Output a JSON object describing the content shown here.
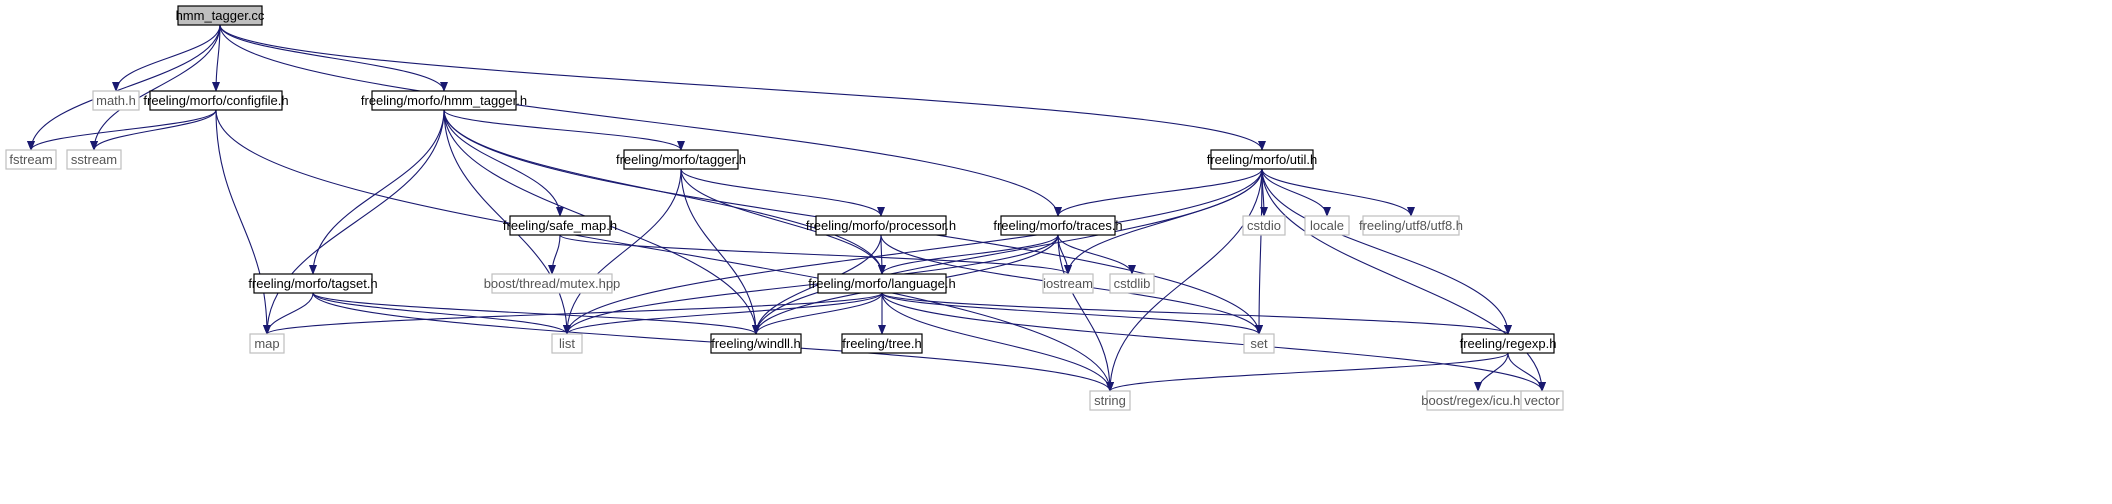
{
  "diagram": {
    "type": "include-dependency-graph",
    "colors": {
      "edge": "#191970",
      "root_fill": "#bfbfbf",
      "documented_stroke": "#000000",
      "external_stroke": "#bfbfbf",
      "external_text": "#555555",
      "text": "#000000"
    },
    "nodes": [
      {
        "id": "hmm_tagger_cc",
        "label": "hmm_tagger.cc",
        "kind": "root"
      },
      {
        "id": "math_h",
        "label": "math.h",
        "kind": "external"
      },
      {
        "id": "configfile_h",
        "label": "freeling/morfo/configfile.h",
        "kind": "documented"
      },
      {
        "id": "hmm_tagger_h",
        "label": "freeling/morfo/hmm_tagger.h",
        "kind": "documented"
      },
      {
        "id": "fstream",
        "label": "fstream",
        "kind": "external"
      },
      {
        "id": "sstream",
        "label": "sstream",
        "kind": "external"
      },
      {
        "id": "tagger_h",
        "label": "freeling/morfo/tagger.h",
        "kind": "documented"
      },
      {
        "id": "safe_map_h",
        "label": "freeling/safe_map.h",
        "kind": "documented"
      },
      {
        "id": "processor_h",
        "label": "freeling/morfo/processor.h",
        "kind": "documented"
      },
      {
        "id": "traces_h",
        "label": "freeling/morfo/traces.h",
        "kind": "documented"
      },
      {
        "id": "util_h",
        "label": "freeling/morfo/util.h",
        "kind": "documented"
      },
      {
        "id": "cstdio",
        "label": "cstdio",
        "kind": "external"
      },
      {
        "id": "locale",
        "label": "locale",
        "kind": "external"
      },
      {
        "id": "utf8_h",
        "label": "freeling/utf8/utf8.h",
        "kind": "external"
      },
      {
        "id": "mutex_hpp",
        "label": "boost/thread/mutex.hpp",
        "kind": "external"
      },
      {
        "id": "iostream",
        "label": "iostream",
        "kind": "external"
      },
      {
        "id": "cstdlib",
        "label": "cstdlib",
        "kind": "external"
      },
      {
        "id": "tagset_h",
        "label": "freeling/morfo/tagset.h",
        "kind": "documented"
      },
      {
        "id": "language_h",
        "label": "freeling/morfo/language.h",
        "kind": "documented"
      },
      {
        "id": "map",
        "label": "map",
        "kind": "external"
      },
      {
        "id": "list",
        "label": "list",
        "kind": "external"
      },
      {
        "id": "windll_h",
        "label": "freeling/windll.h",
        "kind": "documented"
      },
      {
        "id": "tree_h",
        "label": "freeling/tree.h",
        "kind": "documented"
      },
      {
        "id": "set",
        "label": "set",
        "kind": "external"
      },
      {
        "id": "regexp_h",
        "label": "freeling/regexp.h",
        "kind": "documented"
      },
      {
        "id": "string",
        "label": "string",
        "kind": "external"
      },
      {
        "id": "icu_hpp",
        "label": "boost/regex/icu.hpp",
        "kind": "external"
      },
      {
        "id": "vector",
        "label": "vector",
        "kind": "external"
      }
    ],
    "edges": [
      [
        "hmm_tagger_cc",
        "math_h"
      ],
      [
        "hmm_tagger_cc",
        "configfile_h"
      ],
      [
        "hmm_tagger_cc",
        "hmm_tagger_h"
      ],
      [
        "hmm_tagger_cc",
        "fstream"
      ],
      [
        "hmm_tagger_cc",
        "sstream"
      ],
      [
        "hmm_tagger_cc",
        "util_h"
      ],
      [
        "hmm_tagger_cc",
        "traces_h"
      ],
      [
        "configfile_h",
        "fstream"
      ],
      [
        "configfile_h",
        "sstream"
      ],
      [
        "configfile_h",
        "map"
      ],
      [
        "configfile_h",
        "string"
      ],
      [
        "hmm_tagger_h",
        "tagger_h"
      ],
      [
        "hmm_tagger_h",
        "safe_map_h"
      ],
      [
        "hmm_tagger_h",
        "tagset_h"
      ],
      [
        "hmm_tagger_h",
        "map"
      ],
      [
        "hmm_tagger_h",
        "list"
      ],
      [
        "hmm_tagger_h",
        "windll_h"
      ],
      [
        "hmm_tagger_h",
        "language_h"
      ],
      [
        "hmm_tagger_h",
        "set"
      ],
      [
        "tagger_h",
        "processor_h"
      ],
      [
        "tagger_h",
        "language_h"
      ],
      [
        "tagger_h",
        "windll_h"
      ],
      [
        "tagger_h",
        "list"
      ],
      [
        "safe_map_h",
        "mutex_hpp"
      ],
      [
        "safe_map_h",
        "iostream"
      ],
      [
        "processor_h",
        "language_h"
      ],
      [
        "processor_h",
        "windll_h"
      ],
      [
        "processor_h",
        "set"
      ],
      [
        "traces_h",
        "iostream"
      ],
      [
        "traces_h",
        "cstdlib"
      ],
      [
        "traces_h",
        "language_h"
      ],
      [
        "traces_h",
        "windll_h"
      ],
      [
        "traces_h",
        "string"
      ],
      [
        "traces_h",
        "list"
      ],
      [
        "util_h",
        "traces_h"
      ],
      [
        "util_h",
        "cstdio"
      ],
      [
        "util_h",
        "locale"
      ],
      [
        "util_h",
        "utf8_h"
      ],
      [
        "util_h",
        "iostream"
      ],
      [
        "util_h",
        "set"
      ],
      [
        "util_h",
        "regexp_h"
      ],
      [
        "util_h",
        "vector"
      ],
      [
        "util_h",
        "string"
      ],
      [
        "util_h",
        "list"
      ],
      [
        "util_h",
        "windll_h"
      ],
      [
        "tagset_h",
        "map"
      ],
      [
        "tagset_h",
        "list"
      ],
      [
        "tagset_h",
        "windll_h"
      ],
      [
        "tagset_h",
        "string"
      ],
      [
        "language_h",
        "map"
      ],
      [
        "language_h",
        "list"
      ],
      [
        "language_h",
        "windll_h"
      ],
      [
        "language_h",
        "tree_h"
      ],
      [
        "language_h",
        "set"
      ],
      [
        "language_h",
        "regexp_h"
      ],
      [
        "language_h",
        "string"
      ],
      [
        "language_h",
        "vector"
      ],
      [
        "regexp_h",
        "string"
      ],
      [
        "regexp_h",
        "icu_hpp"
      ],
      [
        "regexp_h",
        "vector"
      ]
    ]
  }
}
